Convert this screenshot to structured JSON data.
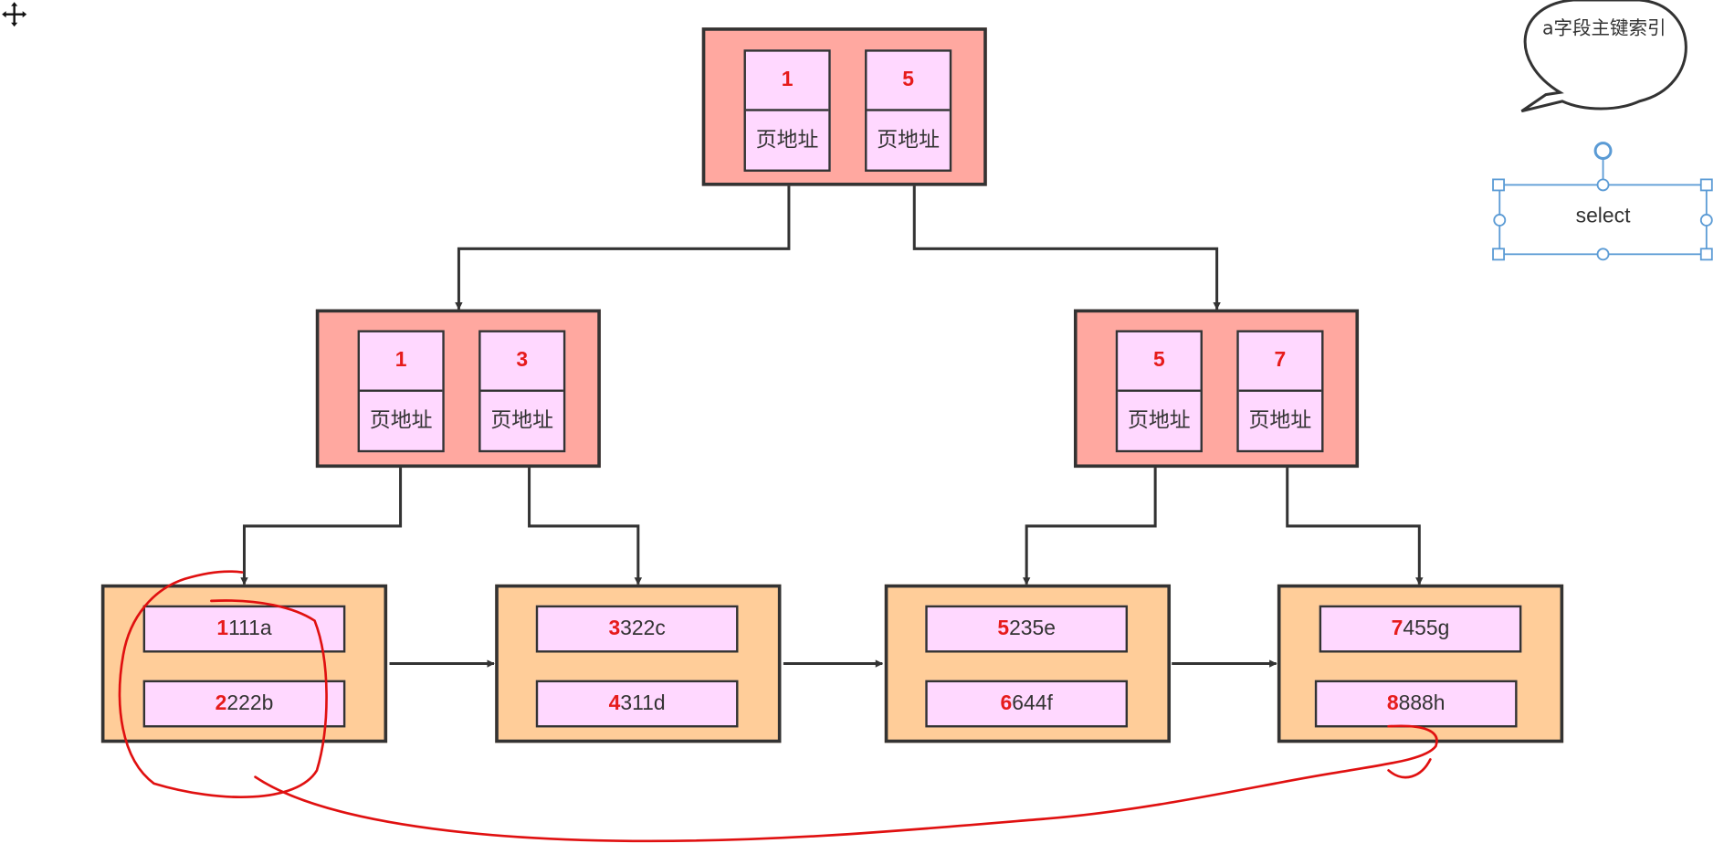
{
  "diagram": {
    "root": {
      "keys": [
        {
          "num": "1",
          "addr": "页地址"
        },
        {
          "num": "5",
          "addr": "页地址"
        }
      ]
    },
    "internal_left": {
      "keys": [
        {
          "num": "1",
          "addr": "页地址"
        },
        {
          "num": "3",
          "addr": "页地址"
        }
      ]
    },
    "internal_right": {
      "keys": [
        {
          "num": "5",
          "addr": "页地址"
        },
        {
          "num": "7",
          "addr": "页地址"
        }
      ]
    },
    "leaves": [
      {
        "rows": [
          {
            "key": "1",
            "rest": "111a"
          },
          {
            "key": "2",
            "rest": "222b"
          }
        ]
      },
      {
        "rows": [
          {
            "key": "3",
            "rest": "322c"
          },
          {
            "key": "4",
            "rest": "311d"
          }
        ]
      },
      {
        "rows": [
          {
            "key": "5",
            "rest": "235e"
          },
          {
            "key": "6",
            "rest": "644f"
          }
        ]
      },
      {
        "rows": [
          {
            "key": "7",
            "rest": "455g"
          },
          {
            "key": "8",
            "rest": "888h"
          }
        ]
      }
    ],
    "callout": {
      "text": "a字段主键索引"
    },
    "selected_label": {
      "text": "select"
    },
    "colors": {
      "internal_node": "#ffa8a0",
      "leaf_node": "#ffcd99",
      "key_cell": "#ffd8ff",
      "key_text": "#e61b1b",
      "annotation": "#e01010",
      "selection": "#5b9bd5"
    },
    "icons": {
      "cursor": "move-cursor-icon"
    }
  }
}
